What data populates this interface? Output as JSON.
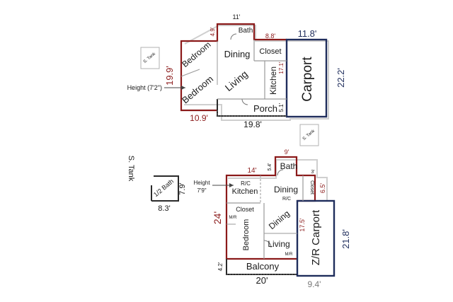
{
  "colors": {
    "wall_red": "#8b1a1a",
    "wall_navy": "#1f2d5c",
    "wall_gray": "#555555",
    "text": "#1a1a1a",
    "shadow": "#cfcfcf"
  },
  "upper_floor": {
    "dim_top_bath": "11'",
    "dim_bath_side": "4.9'",
    "dim_closet_top": "8.8'",
    "dim_carport_top": "11.8'",
    "dim_left_height": "19.9'",
    "dim_bottom_left": "10.9'",
    "dim_bottom_total": "19.8'",
    "dim_kitchen_side": "17.1'",
    "dim_porch_side": "5.1'",
    "dim_carport_side": "22.2'",
    "rooms": {
      "bath": "Bath",
      "bedroom_top": "Bedroom",
      "bedroom_bottom": "Bedroom",
      "dining": "Dining",
      "closet": "Closet",
      "living": "Living",
      "kitchen": "Kitchen",
      "porch": "Porch",
      "carport": "Carport"
    },
    "height_note": "Height (7'2\")",
    "tank_left": "S. Tank",
    "tank_right": "S. Tank"
  },
  "lower_floor": {
    "tank_label": "S. Tank",
    "half_bath": "1/2 Bath",
    "half_bath_side": "7.9'",
    "half_bath_width": "8.3'",
    "dim_bath_top": "9'",
    "dim_bath_side": "5.4'",
    "dim_top_left": "14'",
    "dim_closet_mark": "3'",
    "dim_closet_side": "6.5'",
    "dim_left_height": "24'",
    "dim_balcony_side": "4.2'",
    "dim_bottom_total": "20'",
    "dim_carport_inner": "17.5'",
    "dim_carport_side": "21.8'",
    "dim_carport_bottom": "9.4'",
    "height_line1": "Height",
    "height_line2": "7'9\"",
    "rooms": {
      "bath": "Bath",
      "kitchen": "Kitchen",
      "rc_kitchen": "R/C",
      "dining_upper": "Dining",
      "rc_dining": "R/C",
      "closet_right": "Closet",
      "closet_left": "Closet",
      "mr_closet": "M/R",
      "bedroom": "Bedroom",
      "dining_lower": "Dining",
      "living": "Living",
      "mr_living": "M/R",
      "balcony": "Balcony",
      "carport": "Z/R Carport"
    }
  }
}
